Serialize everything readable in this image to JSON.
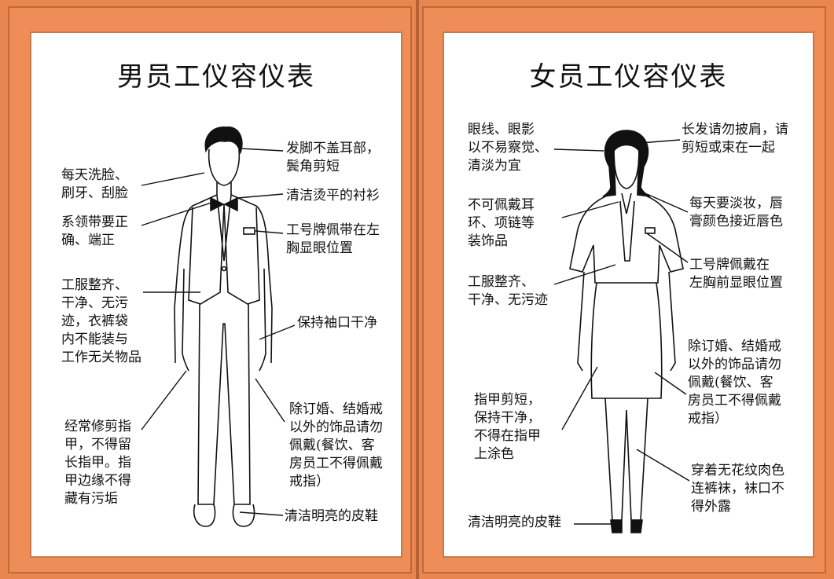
{
  "colors": {
    "background": "#e9864f",
    "panel": "#ffffff",
    "ink": "#111111"
  },
  "left_panel": {
    "title": "男员工仪容仪表",
    "labels": {
      "hair": "发脚不盖耳部，\n鬓角剪短",
      "wash": "每天洗脸、\n刷牙、刮脸",
      "shirt": "清洁烫平的衬衫",
      "tie": "系领带要正\n确、端正",
      "badge": "工号牌佩带在左\n胸显眼位置",
      "uniform": "工服整齐、\n干净、无污\n迹，衣裤袋\n内不能装与\n工作无关物品",
      "cuff": "保持袖口干净",
      "nails": "经常修剪指\n甲，不得留\n长指甲。指\n甲边缘不得\n藏有污垢",
      "jewelry": "除订婚、结婚戒\n以外的饰品请勿\n佩戴(餐饮、客\n房员工不得佩戴\n戒指）",
      "shoes": "清洁明亮的皮鞋"
    }
  },
  "right_panel": {
    "title": "女员工仪容仪表",
    "labels": {
      "eyeliner": "眼线、眼影\n以不易察觉、\n清淡为宜",
      "hair": "长发请勿披肩，请\n剪短或束在一起",
      "earrings": "不可佩戴耳\n环、项链等\n装饰品",
      "makeup": "每天要淡妆，唇\n膏颜色接近唇色",
      "badge": "工号牌佩戴在\n左胸前显眼位置",
      "uniform": "工服整齐、\n干净、无污迹",
      "jewelry": "除订婚、结婚戒\n以外的饰品请勿\n佩戴(餐饮、客\n房员工不得佩戴\n戒指）",
      "nails": "指甲剪短，\n保持干净，\n不得在指甲\n上涂色",
      "stockings": "穿着无花纹肉色\n连裤袜，袜口不\n得外露",
      "shoes": "清洁明亮的皮鞋"
    }
  }
}
